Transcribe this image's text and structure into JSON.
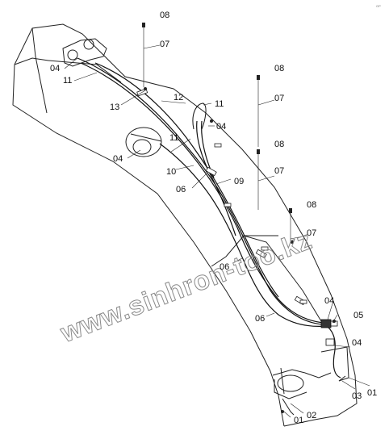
{
  "corner_mark": "GP",
  "watermark": "www.sinhron-too.kz",
  "callouts": [
    {
      "text": "08"
    },
    {
      "text": "07"
    },
    {
      "text": "04"
    },
    {
      "text": "11"
    },
    {
      "text": "12"
    },
    {
      "text": "13"
    },
    {
      "text": "11"
    },
    {
      "text": "04"
    },
    {
      "text": "11"
    },
    {
      "text": "08"
    },
    {
      "text": "07"
    },
    {
      "text": "04"
    },
    {
      "text": "10"
    },
    {
      "text": "06"
    },
    {
      "text": "09"
    },
    {
      "text": "08"
    },
    {
      "text": "07"
    },
    {
      "text": "08"
    },
    {
      "text": "07"
    },
    {
      "text": "06"
    },
    {
      "text": "06"
    },
    {
      "text": "04"
    },
    {
      "text": "05"
    },
    {
      "text": "04"
    },
    {
      "text": "03"
    },
    {
      "text": "01"
    },
    {
      "text": "01"
    },
    {
      "text": "02"
    }
  ]
}
